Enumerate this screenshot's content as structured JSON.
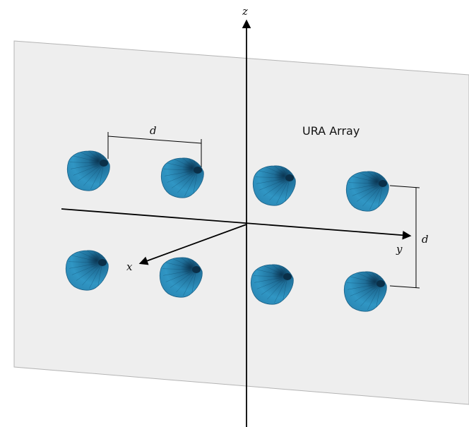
{
  "diagram": {
    "title": "URA Array",
    "axes": {
      "z": "z",
      "y": "y",
      "x": "x"
    },
    "spacing_label_horizontal": "d",
    "spacing_label_vertical": "d",
    "elements_count": 8,
    "colors": {
      "plane": "#eeeeee",
      "plane_edge": "#b4b4b4",
      "element_fill": "#2f8fbd",
      "element_dark": "#0d3e5c",
      "axis": "#000000"
    }
  }
}
